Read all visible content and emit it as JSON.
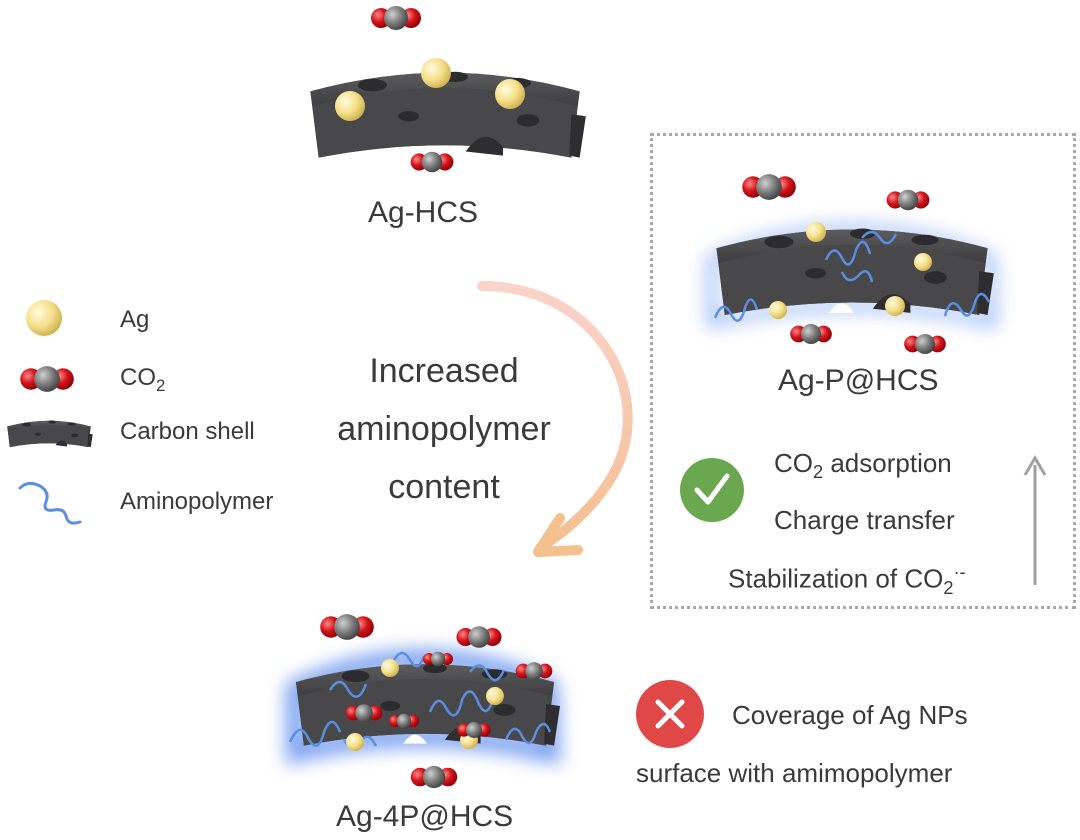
{
  "structures": {
    "top": {
      "label": "Ag-HCS"
    },
    "right": {
      "label": "Ag-P@HCS"
    },
    "bottom": {
      "label": "Ag-4P@HCS"
    }
  },
  "legend": {
    "ag": "Ag",
    "co2_main": "CO",
    "co2_sub": "2",
    "carbon_shell": "Carbon shell",
    "aminopolymer": "Aminopolymer"
  },
  "center": {
    "line1": "Increased",
    "line2": "aminopolymer",
    "line3": "content"
  },
  "benefits": {
    "item1_main": "CO",
    "item1_sub": "2",
    "item1_rest": " adsorption",
    "item2": "Charge transfer",
    "item3_main": "Stabilization of CO",
    "item3_sub": "2",
    "item3_sup": "·-"
  },
  "drawback": {
    "line1": "Coverage of Ag NPs",
    "line2": "surface with amimopolymer"
  },
  "icons": {
    "check": "check-circle-icon",
    "cross": "cross-circle-icon"
  },
  "colors": {
    "carbon": "#4a4a4c",
    "ag": "#f6e08a",
    "oxygen": "#d4141a",
    "carbon_atom": "#7a7a7a",
    "polymer": "#5a8ee0",
    "glow": "#8fb0f5",
    "check": "#6aa84f",
    "cross": "#e04848",
    "arrow": "#f3b48a"
  }
}
